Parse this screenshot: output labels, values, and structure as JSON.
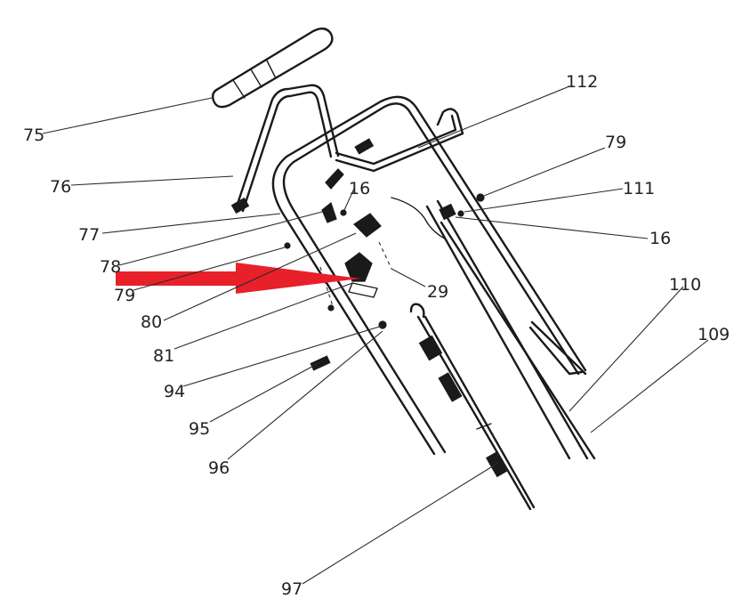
{
  "diagram": {
    "type": "exploded-parts-diagram",
    "callouts": {
      "c75": "75",
      "c76": "76",
      "c77": "77",
      "c78": "78",
      "c79a": "79",
      "c80": "80",
      "c81": "81",
      "c94": "94",
      "c95": "95",
      "c96": "96",
      "c97": "97",
      "c16a": "16",
      "c29": "29",
      "c112": "112",
      "c79b": "79",
      "c111": "111",
      "c16b": "16",
      "c110": "110",
      "c109": "109"
    },
    "highlight_arrow": {
      "color": "#e8202a",
      "points_to": "81"
    },
    "line_color": "#1a1a1a"
  }
}
